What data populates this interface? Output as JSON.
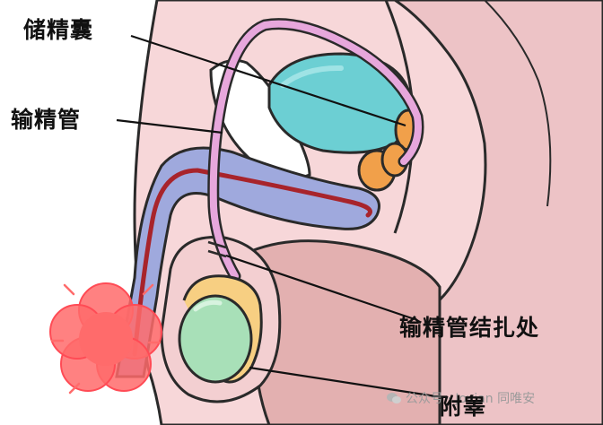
{
  "labels": {
    "seminal_vesicle": "储精囊",
    "vas_deferens": "输精管",
    "ligation_site": "输精管结扎处",
    "epididymis": "附睾"
  },
  "watermark": {
    "text": "公众号 · Jovian 同唯安",
    "icon": "wechat-icon"
  },
  "colors": {
    "skin": "#f7d7d9",
    "skin_outline": "#2a2a2a",
    "bladder": "#6ccfd3",
    "vas_deferens": "#e7a7dc",
    "urethra": "#9fa9dd",
    "urethra_core": "#a8242b",
    "gland": "#f1a04a",
    "testis": "#a8e0b8",
    "epididymis": "#f7cf82",
    "highlight": "#ff6b6b",
    "scrotum": "#e3b0b0"
  }
}
